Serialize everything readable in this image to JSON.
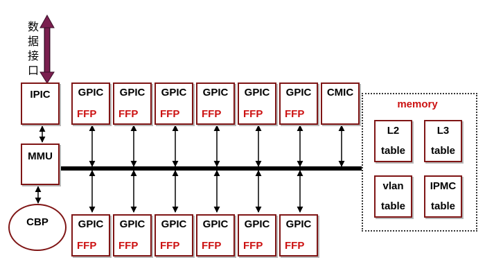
{
  "interface_label": [
    "数",
    "据",
    "接",
    "口"
  ],
  "ipic": "IPIC",
  "mmu": "MMU",
  "cbp": "CBP",
  "cmic": "CMIC",
  "top_ports": [
    {
      "name": "GPIC",
      "sub": "FFP"
    },
    {
      "name": "GPIC",
      "sub": "FFP"
    },
    {
      "name": "GPIC",
      "sub": "FFP"
    },
    {
      "name": "GPIC",
      "sub": "FFP"
    },
    {
      "name": "GPIC",
      "sub": "FFP"
    },
    {
      "name": "GPIC",
      "sub": "FFP"
    }
  ],
  "bottom_ports": [
    {
      "name": "GPIC",
      "sub": "FFP"
    },
    {
      "name": "GPIC",
      "sub": "FFP"
    },
    {
      "name": "GPIC",
      "sub": "FFP"
    },
    {
      "name": "GPIC",
      "sub": "FFP"
    },
    {
      "name": "GPIC",
      "sub": "FFP"
    },
    {
      "name": "GPIC",
      "sub": "FFP"
    }
  ],
  "memory": {
    "title": "memory",
    "tables": [
      {
        "name": "L2",
        "sub": "table"
      },
      {
        "name": "L3",
        "sub": "table"
      },
      {
        "name": "vlan",
        "sub": "table"
      },
      {
        "name": "IPMC",
        "sub": "table"
      }
    ]
  },
  "colors": {
    "box_border": "#7f1515",
    "ffp_text": "#cc1111",
    "bus": "#000000",
    "interface_arrow": "#7a1f4f"
  }
}
